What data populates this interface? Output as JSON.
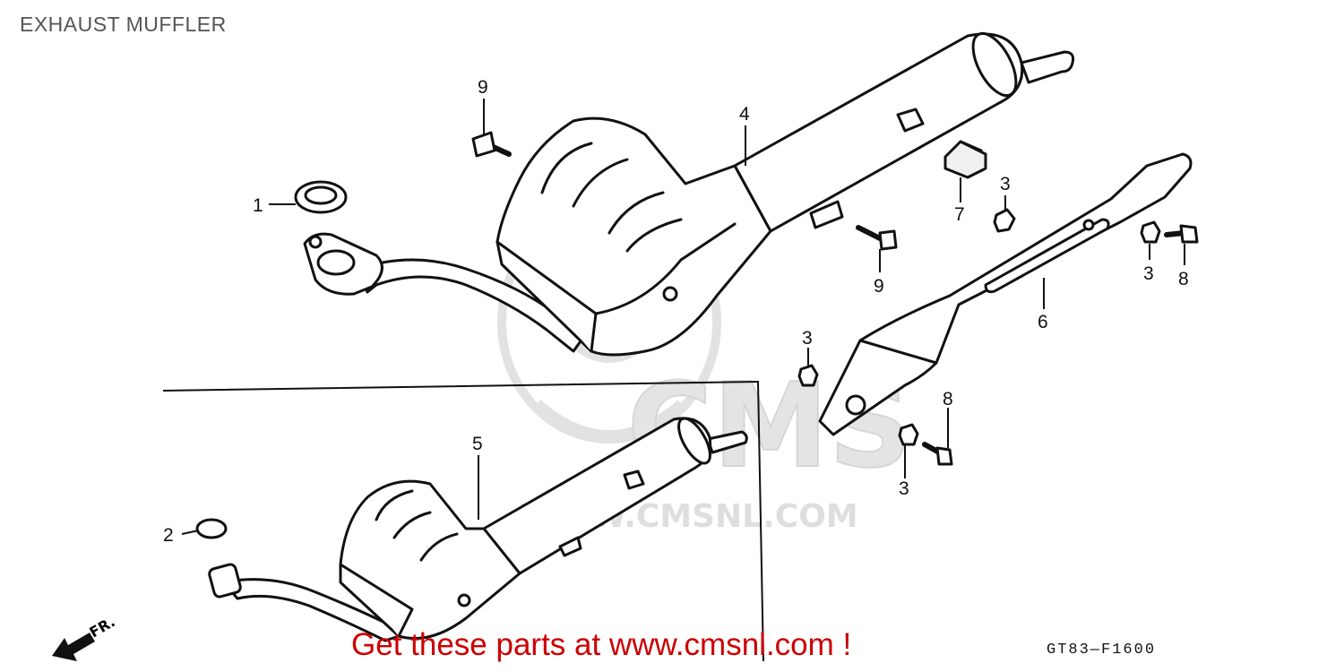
{
  "page": {
    "title": "EXHAUST MUFFLER"
  },
  "watermark": {
    "logo_text": "CMS",
    "url_text": "WWW.CMSNL.COM",
    "color": "#e0e0e0"
  },
  "callouts": {
    "c1": "1",
    "c2": "2",
    "c3a": "3",
    "c3b": "3",
    "c3c": "3",
    "c3d": "3",
    "c4": "4",
    "c5": "5",
    "c6": "6",
    "c7": "7",
    "c8a": "8",
    "c8b": "8",
    "c9a": "9",
    "c9b": "9"
  },
  "direction_label": "FR.",
  "footer": {
    "promo_text": "Get these parts at www.cmsnl.com !",
    "promo_color": "#cc0000",
    "diagram_code": "GT83—F1600"
  },
  "colors": {
    "line": "#111111"
  }
}
